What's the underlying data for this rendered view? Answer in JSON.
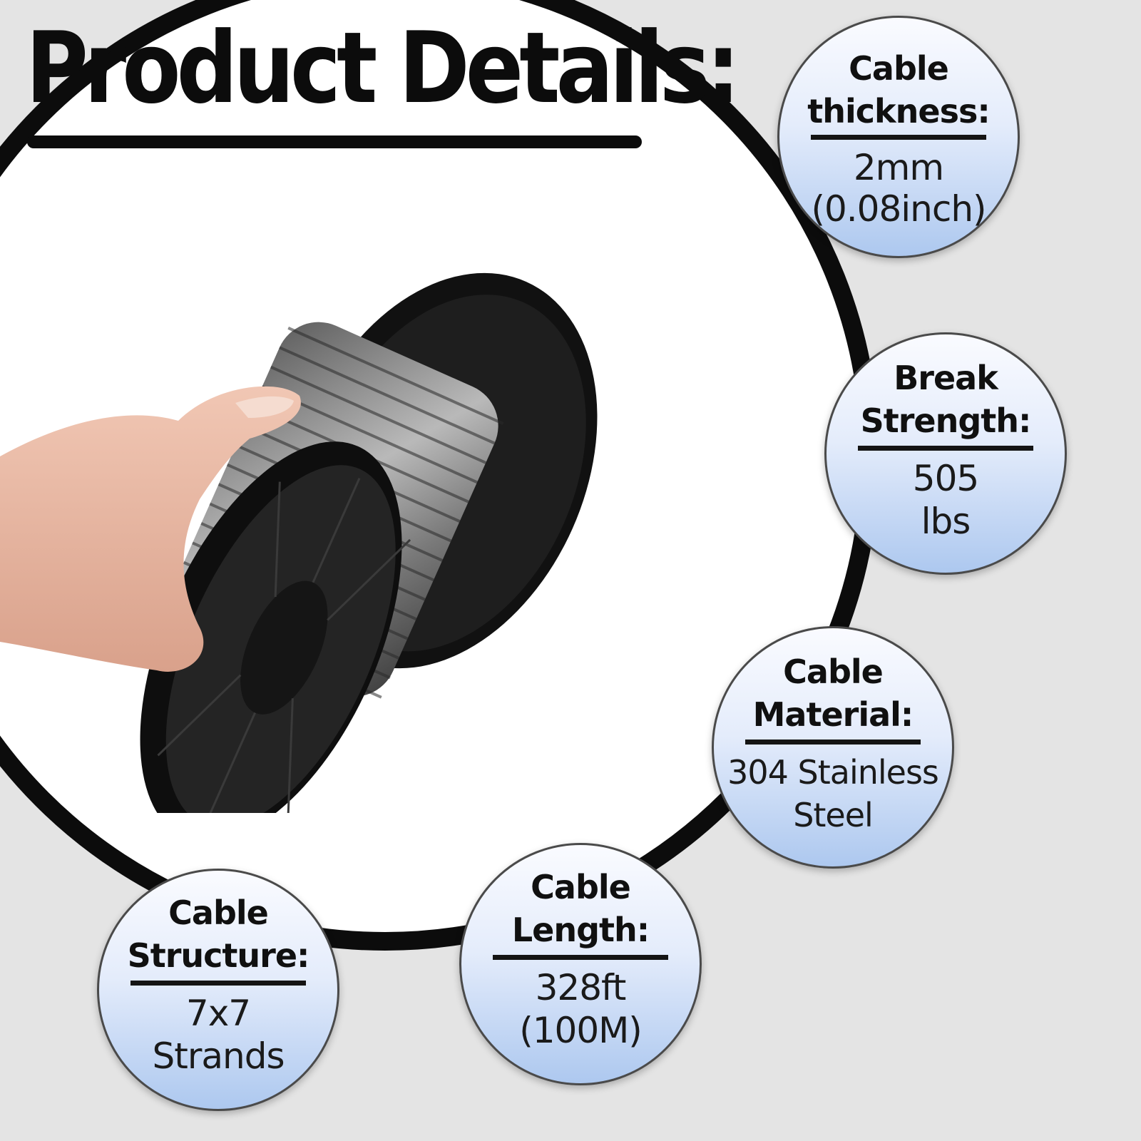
{
  "title": "Product Details:",
  "badges": [
    {
      "id": "cable-thickness",
      "label_1": "Cable",
      "label_2": "thickness:",
      "value_1": "2mm",
      "value_2": "(0.08inch)"
    },
    {
      "id": "break-strength",
      "label_1": "Break",
      "label_2": "Strength:",
      "value_1": "505",
      "value_2": "lbs"
    },
    {
      "id": "cable-material",
      "label_1": "Cable",
      "label_2": "Material:",
      "value_1": "304 Stainless",
      "value_2": "Steel"
    },
    {
      "id": "cable-length",
      "label_1": "Cable",
      "label_2": "Length:",
      "value_1": "328ft",
      "value_2": "(100M)"
    },
    {
      "id": "cable-structure",
      "label_1": "Cable",
      "label_2": "Structure:",
      "value_1": "7x7",
      "value_2": "Strands"
    }
  ],
  "colors": {
    "background": "#e4e4e4",
    "arc": "#0c0c0c",
    "badge_top": "#fafbff",
    "badge_bottom": "#adc8ef",
    "text": "#101010"
  },
  "image": {
    "subject": "hand-holding-steel-cable-spool"
  }
}
